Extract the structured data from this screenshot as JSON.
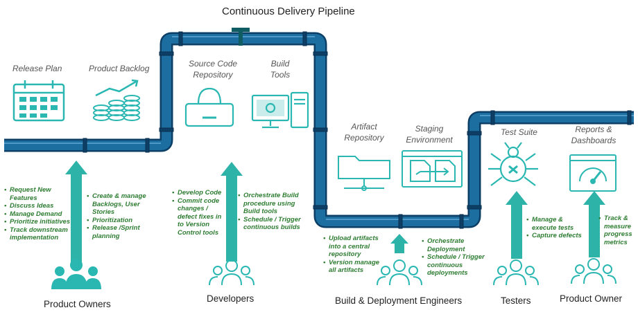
{
  "title": "Continuous Delivery Pipeline",
  "colors": {
    "pipe": "#1b6e9f",
    "pipe_dark": "#0d3f66",
    "icon": "#2ab7b2",
    "arrow": "#2eb3a8",
    "text_green": "#2e7d32"
  },
  "tools": {
    "release_plan": {
      "line1": "Release Plan"
    },
    "product_backlog": {
      "line1": "Product Backlog"
    },
    "source_code": {
      "line1": "Source Code",
      "line2": "Repository"
    },
    "build_tools": {
      "line1": "Build",
      "line2": "Tools"
    },
    "artifact_repo": {
      "line1": "Artifact",
      "line2": "Repository"
    },
    "staging_env": {
      "line1": "Staging",
      "line2": "Environment"
    },
    "test_suite": {
      "line1": "Test Suite"
    },
    "reports": {
      "line1": "Reports &",
      "line2": "Dashboards"
    }
  },
  "roles": {
    "product_owners": "Product Owners",
    "developers": "Developers",
    "build_engineers": "Build & Deployment  Engineers",
    "testers": "Testers",
    "product_owner": "Product Owner"
  },
  "lists": {
    "po_left": [
      "Request New Features",
      "Discuss Ideas",
      "Manage Demand",
      "Prioritize initiatives",
      "Track downstream implementation"
    ],
    "po_right": [
      "Create & manage Backlogs, User Stories",
      "Prioritization",
      "Release /Sprint planning"
    ],
    "dev_left": [
      "Develop Code",
      "Commit code changes / defect fixes in to Version Control tools"
    ],
    "dev_right": [
      "Orchestrate Build procedure using Build tools",
      "Schedule / Trigger continuous builds"
    ],
    "build_left": [
      "Upload artifacts into a central repository",
      "Version manage all artifacts"
    ],
    "build_right": [
      "Orchestrate Deployment",
      "Schedule / Trigger continuous deployments"
    ],
    "testers": [
      "Manage & execute tests",
      "Capture defects"
    ],
    "owner": [
      "Track & measure progress metrics"
    ]
  }
}
